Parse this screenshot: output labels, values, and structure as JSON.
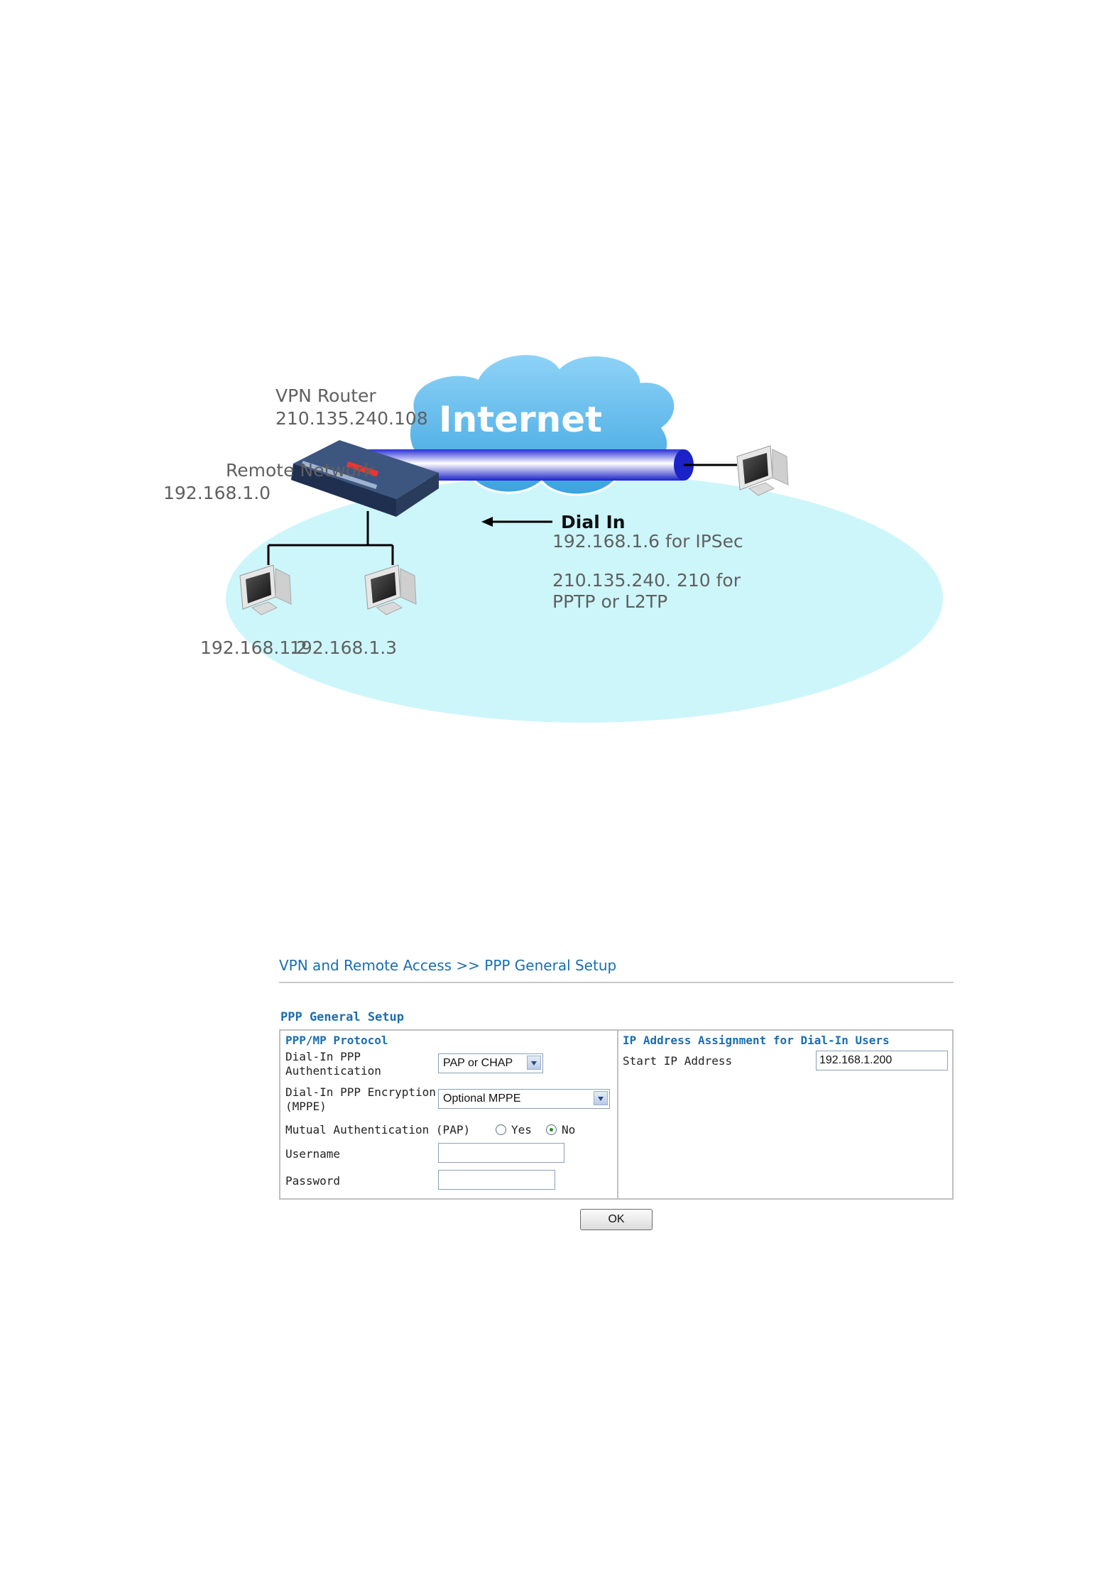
{
  "diagram": {
    "cloud_label": "Internet",
    "router_label": "VPN Router",
    "router_ip": "210.135.240.108",
    "remote_network_label": "Remote Network",
    "remote_network_ip": "192.168.1.0",
    "dial_in_label": "Dial In",
    "client_ipsec": "192.168.1.6 for IPSec",
    "client_pptp_line1": "210.135.240. 210 for",
    "client_pptp_line2": "PPTP or L2TP",
    "host1_ip": "192.168.1.2",
    "host2_ip": "192.168.1.3",
    "colors": {
      "ellipse": "#cdf6fb",
      "cloud": "#4fb3e8",
      "tunnel": "#1b22c8"
    }
  },
  "setup": {
    "breadcrumb": "VPN and Remote Access >> PPP General Setup",
    "section_title": "PPP General Setup",
    "left_panel": {
      "title": "PPP/MP Protocol",
      "auth_label_line1": "Dial-In PPP",
      "auth_label_line2": "Authentication",
      "auth_value": "PAP or CHAP",
      "enc_label_line1": "Dial-In PPP Encryption",
      "enc_label_line2": "(MPPE)",
      "enc_value": "Optional MPPE",
      "mutual_label": "Mutual Authentication (PAP)",
      "yes_label": "Yes",
      "no_label": "No",
      "mutual_selected": "No",
      "username_label": "Username",
      "username_value": "",
      "password_label": "Password",
      "password_value": ""
    },
    "right_panel": {
      "title": "IP Address Assignment for Dial-In Users",
      "start_ip_label": "Start IP Address",
      "start_ip_value": "192.168.1.200"
    },
    "ok_label": "OK",
    "colors": {
      "accent": "#1a6eb0",
      "border": "#c0c0c0"
    }
  }
}
